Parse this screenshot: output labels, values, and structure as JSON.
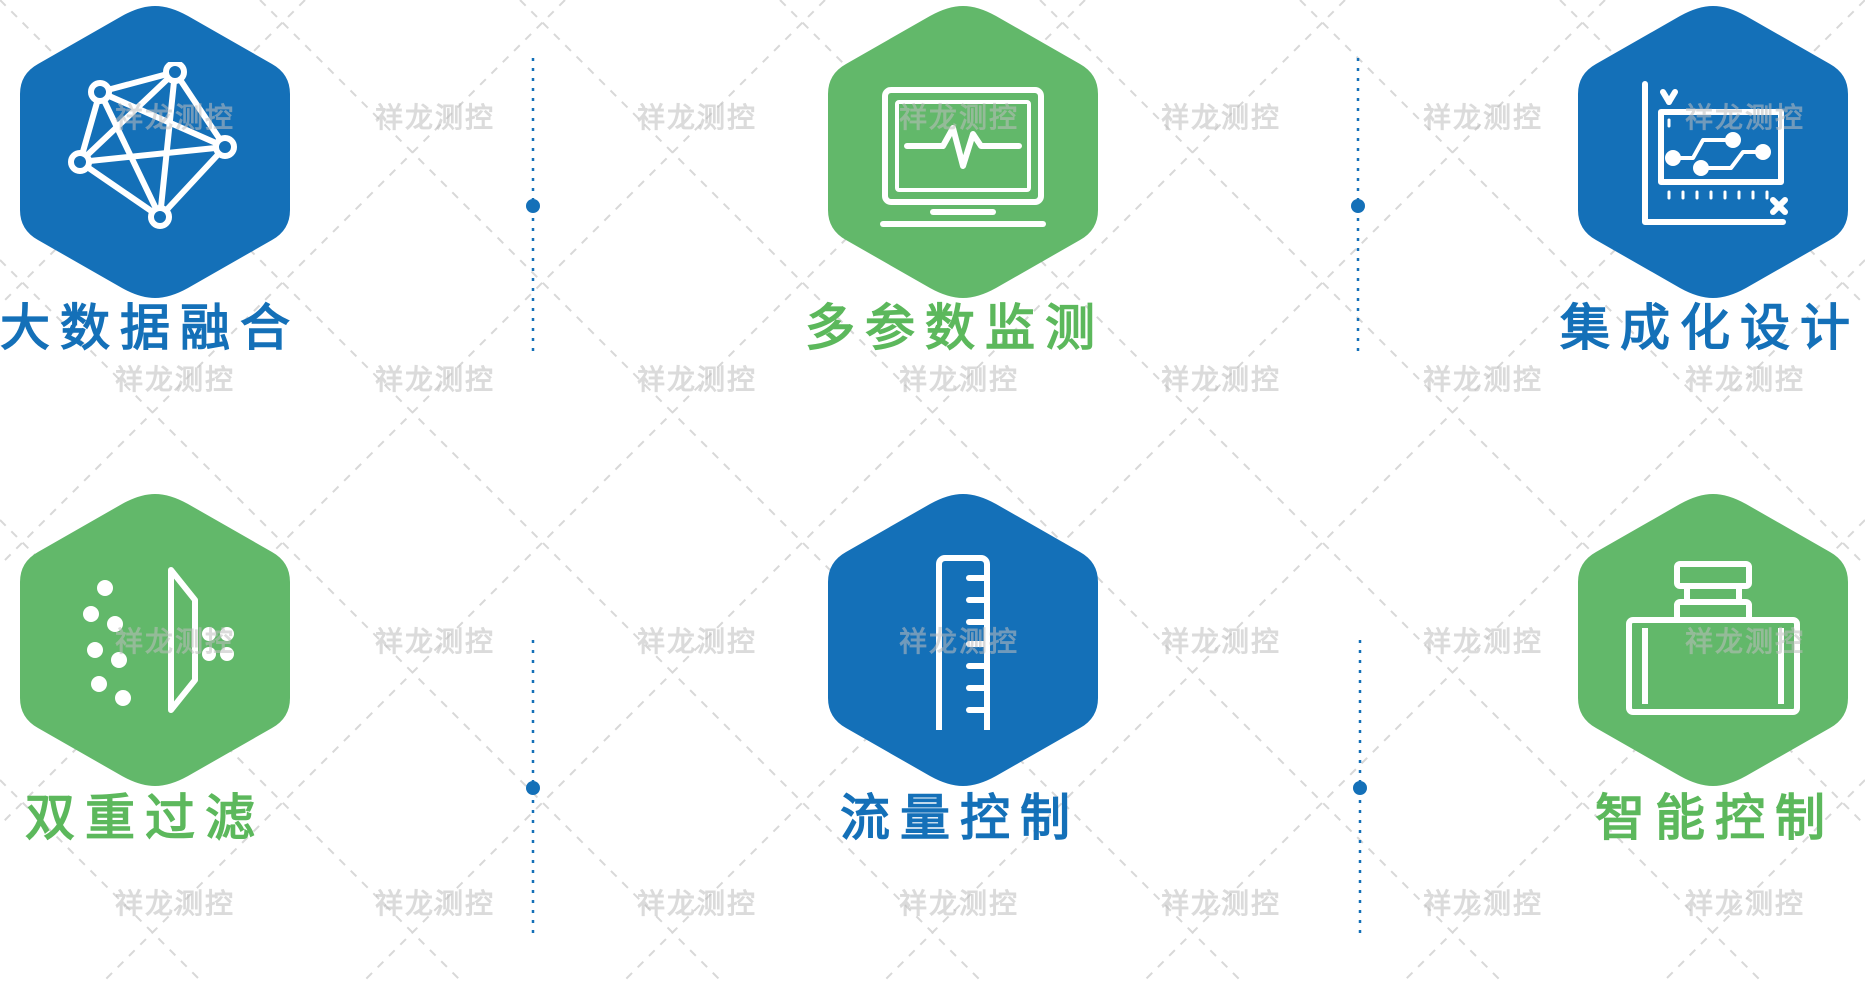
{
  "colors": {
    "blue": "#1470b8",
    "green": "#62b86a",
    "divider": "#1470b8",
    "watermark": "#bdbdbd"
  },
  "watermark": {
    "text": "祥龙测控"
  },
  "features": [
    {
      "label": "大数据融合",
      "color": "blue",
      "icon": "network-graph-icon"
    },
    {
      "label": "多参数监测",
      "color": "green",
      "icon": "monitor-pulse-icon"
    },
    {
      "label": "集成化设计",
      "color": "blue",
      "icon": "circuit-board-icon"
    },
    {
      "label": "双重过滤",
      "color": "green",
      "icon": "filter-icon"
    },
    {
      "label": "流量控制",
      "color": "blue",
      "icon": "ruler-gauge-icon"
    },
    {
      "label": "智能控制",
      "color": "green",
      "icon": "valve-icon"
    }
  ]
}
